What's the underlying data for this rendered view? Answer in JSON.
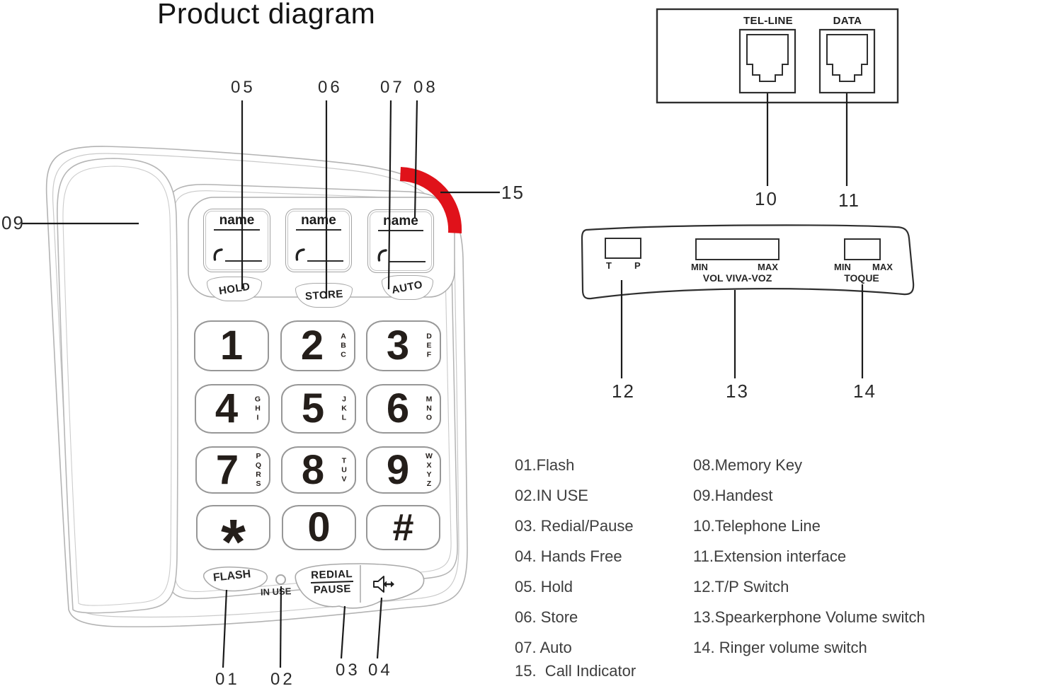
{
  "title": "Product diagram",
  "colors": {
    "indicator_red": "#e0121a"
  },
  "phone": {
    "memory_cards": [
      {
        "label": "name"
      },
      {
        "label": "name"
      },
      {
        "label": "name"
      }
    ],
    "memory_keys": {
      "hold": "HOLD",
      "store": "STORE",
      "auto": "AUTO"
    },
    "keypad": [
      {
        "digit": "1",
        "letters": ""
      },
      {
        "digit": "2",
        "letters": "ABC"
      },
      {
        "digit": "3",
        "letters": "DEF"
      },
      {
        "digit": "4",
        "letters": "GHI"
      },
      {
        "digit": "5",
        "letters": "JKL"
      },
      {
        "digit": "6",
        "letters": "MNO"
      },
      {
        "digit": "7",
        "letters": "PQRS"
      },
      {
        "digit": "8",
        "letters": "TUV"
      },
      {
        "digit": "9",
        "letters": "WXYZ"
      },
      {
        "digit": "*",
        "letters": ""
      },
      {
        "digit": "0",
        "letters": ""
      },
      {
        "digit": "#",
        "letters": ""
      }
    ],
    "flash_label": "FLASH",
    "in_use_label": "IN USE",
    "redial_label": "REDIAL",
    "pause_label": "PAUSE"
  },
  "rear_panel": {
    "tel_line_label": "TEL-LINE",
    "data_label": "DATA"
  },
  "side_panel": {
    "tp": {
      "t": "T",
      "p": "P"
    },
    "speaker_volume": {
      "min": "MIN",
      "max": "MAX",
      "label": "VOL VIVA-VOZ"
    },
    "ringer_volume": {
      "min": "MIN",
      "max": "MAX",
      "label": "TOQUE"
    }
  },
  "callouts": {
    "n01": "01",
    "n02": "02",
    "n03": "03",
    "n04": "04",
    "n05": "05",
    "n06": "06",
    "n07": "07",
    "n08": "08",
    "n09": "09",
    "n10": "10",
    "n11": "11",
    "n12": "12",
    "n13": "13",
    "n14": "14",
    "n15": "15"
  },
  "legend": {
    "left": [
      "01.Flash",
      "02.IN USE",
      "03. Redial/Pause",
      "04. Hands Free",
      "05. Hold",
      "06. Store",
      "07. Auto",
      "15.  Call Indicator"
    ],
    "right": [
      "08.Memory Key",
      "09.Handest",
      "10.Telephone Line",
      "11.Extension interface",
      "12.T/P Switch",
      "13.Spearkerphone Volume switch",
      "14. Ringer volume switch"
    ]
  }
}
